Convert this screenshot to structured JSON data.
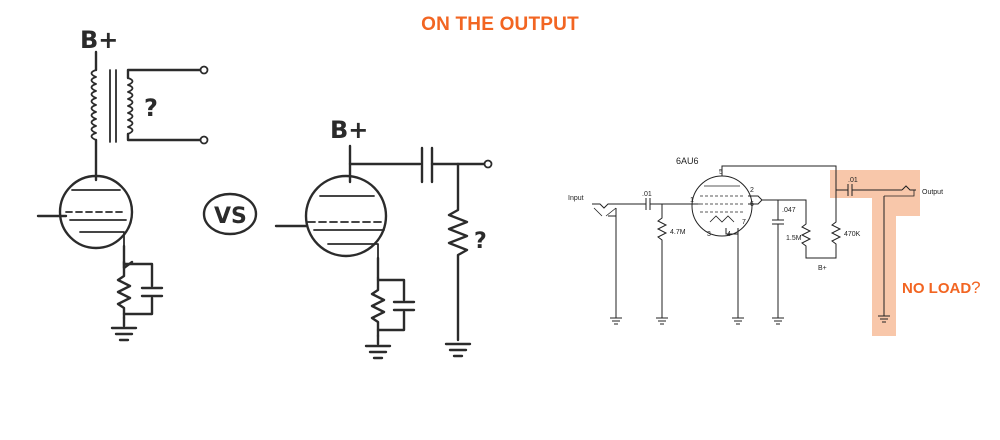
{
  "header": {
    "title": "ON THE OUTPUT"
  },
  "colors": {
    "accent": "#f26522",
    "highlight": "#f6b48e",
    "ink": "#2b2b2b"
  },
  "sketch": {
    "left": {
      "supply_label": "B+",
      "load_label": "?"
    },
    "versus_label": "VS",
    "right": {
      "supply_label": "B+",
      "load_label": "?"
    }
  },
  "schematic": {
    "tube_label": "6AU6",
    "input_label": "Input",
    "output_label": "Output",
    "input_cap": ".01",
    "output_cap": ".01",
    "grid_resistor": "4.7M",
    "bypass_cap": ".047",
    "screen_resistor": "1.5M",
    "plate_resistor": "470K",
    "supply_label": "B+",
    "pins": [
      "5",
      "2",
      "6",
      "1",
      "3",
      "4",
      "7"
    ]
  },
  "annotation": {
    "text": "NO LOAD",
    "mark": "?"
  }
}
